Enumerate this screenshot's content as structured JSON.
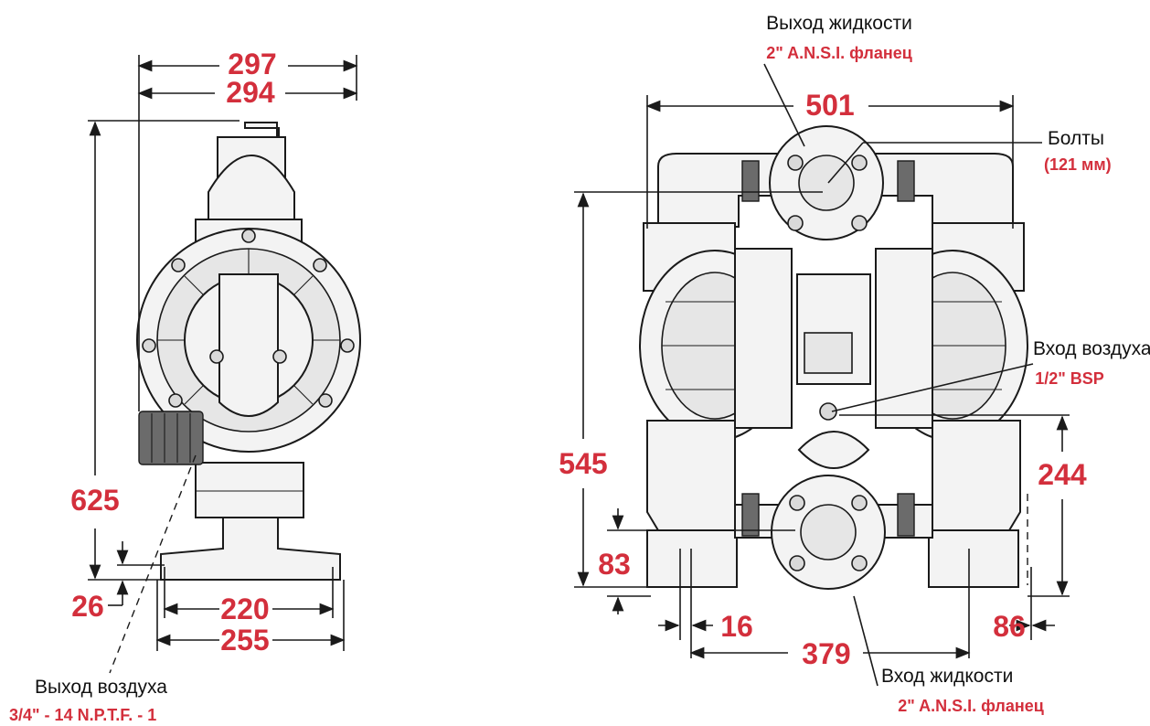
{
  "dimensions": {
    "d297": "297",
    "d294": "294",
    "d625": "625",
    "d26": "26",
    "d220": "220",
    "d255": "255",
    "d501": "501",
    "d545": "545",
    "d83": "83",
    "d16": "16",
    "d379": "379",
    "d244": "244",
    "d86": "86"
  },
  "labels": {
    "fluid_outlet": "Выход жидкости",
    "fluid_outlet_spec": "2\" A.N.S.I. фланец",
    "bolts": "Болты",
    "bolts_spec": "(121 мм)",
    "air_inlet": "Вход воздуха",
    "air_inlet_spec": "1/2\" BSP",
    "fluid_inlet": "Вход жидкости",
    "fluid_inlet_spec": "2\" A.N.S.I. фланец",
    "air_outlet": "Выход воздуха",
    "air_outlet_spec": "3/4\" - 14 N.P.T.F. - 1"
  },
  "colors": {
    "dimension_text": "#d32f3c",
    "line": "#1a1a1a"
  }
}
